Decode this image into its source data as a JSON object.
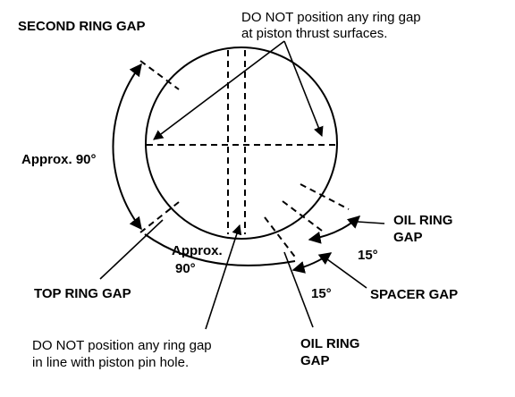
{
  "labels": {
    "second_ring_gap": "SECOND RING GAP",
    "thrust_note_line1": "DO NOT position any ring gap",
    "thrust_note_line2": "at piston thrust surfaces.",
    "approx_left": "Approx. 90°",
    "approx_bottom_line1": "Approx.",
    "approx_bottom_line2": "90°",
    "oil_ring_gap_right_line1": "OIL RING",
    "oil_ring_gap_right_line2": "GAP",
    "angle_upper": "15°",
    "angle_lower": "15°",
    "spacer_gap": "SPACER GAP",
    "top_ring_gap": "TOP RING GAP",
    "pin_note_line1": "DO NOT position any ring gap",
    "pin_note_line2": "in line with piston pin hole.",
    "oil_ring_gap_bottom_line1": "OIL RING",
    "oil_ring_gap_bottom_line2": "GAP"
  }
}
